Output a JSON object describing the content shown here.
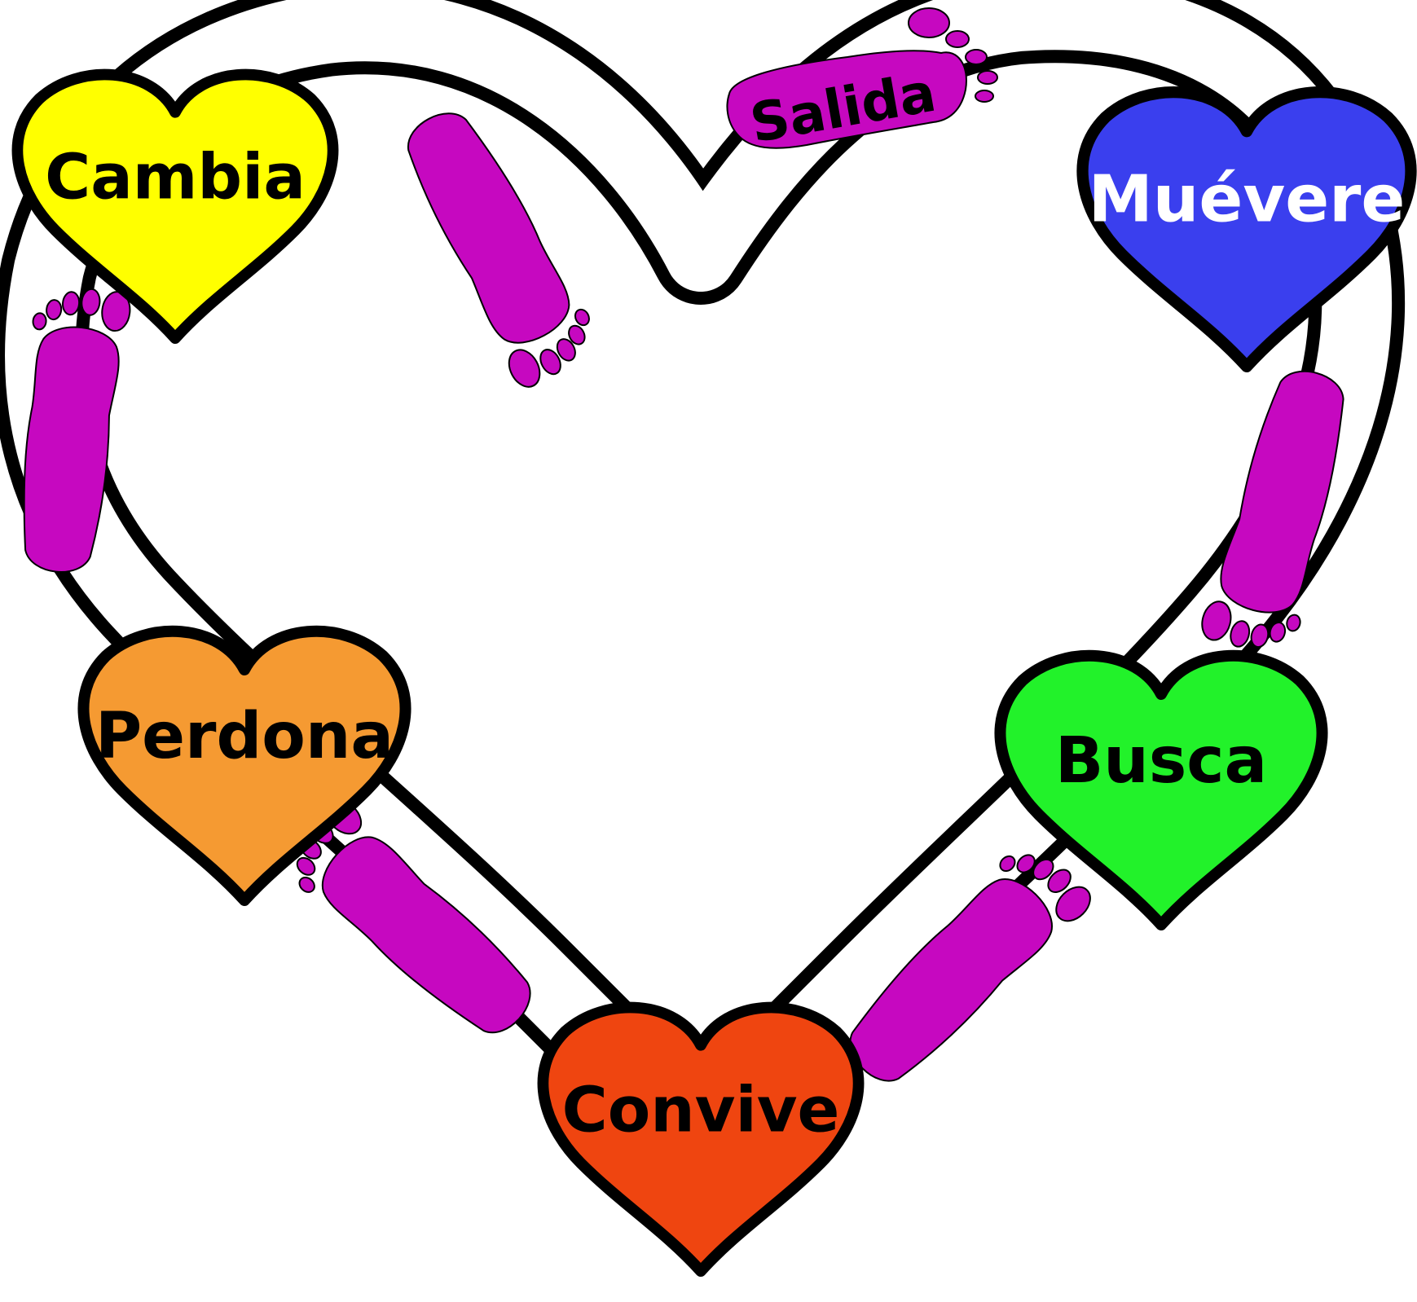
{
  "nodes": [
    {
      "id": "cambia",
      "label": "Cambia",
      "fill": "#FFFF00",
      "text_color": "#000000"
    },
    {
      "id": "muevere",
      "label": "Muévere",
      "fill": "#3A3FEE",
      "text_color": "#FFFFFF"
    },
    {
      "id": "perdona",
      "label": "Perdona",
      "fill": "#F59A32",
      "text_color": "#000000"
    },
    {
      "id": "busca",
      "label": "Busca",
      "fill": "#22F22A",
      "text_color": "#000000"
    },
    {
      "id": "convive",
      "label": "Convive",
      "fill": "#EF4510",
      "text_color": "#000000"
    }
  ],
  "start": {
    "label": "Salida",
    "fill": "#C608C0",
    "text_color": "#000000"
  },
  "colors": {
    "foot": "#C608C0",
    "outline": "#000000",
    "path": "#FFFFFF"
  },
  "icons": [
    "footprint-icon"
  ]
}
